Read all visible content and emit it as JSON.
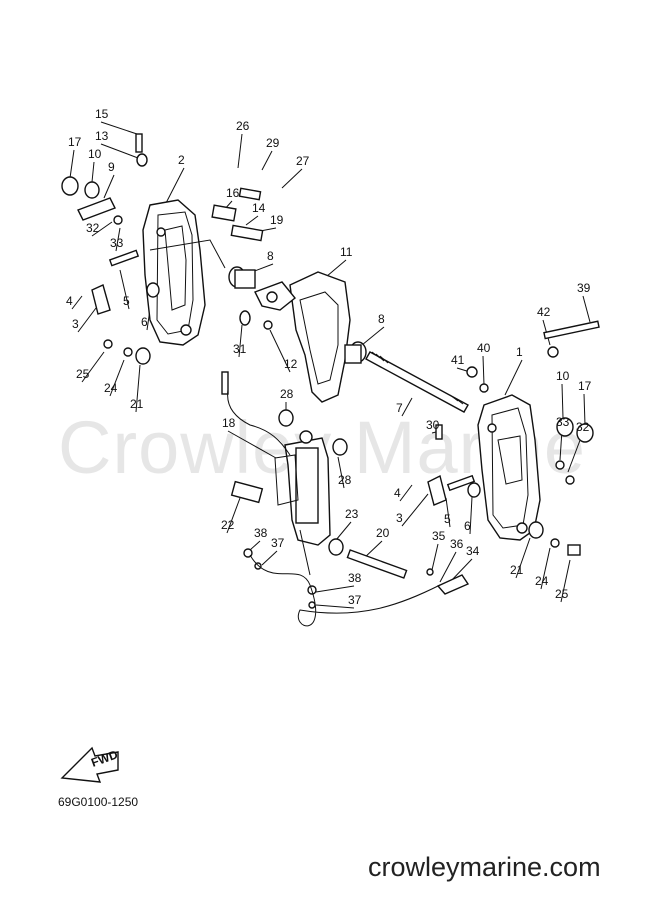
{
  "watermark": "Crowley Marine",
  "diagram_code": "69G0100-1250",
  "site": "crowleymarine.com",
  "fwd_label": "FWD",
  "callouts": [
    "15",
    "13",
    "17",
    "10",
    "9",
    "2",
    "26",
    "29",
    "27",
    "16",
    "14",
    "19",
    "32",
    "33",
    "8",
    "11",
    "4",
    "5",
    "3",
    "6",
    "31",
    "12",
    "8",
    "39",
    "42",
    "25",
    "24",
    "21",
    "41",
    "40",
    "1",
    "10",
    "17",
    "7",
    "28",
    "33",
    "32",
    "30",
    "18",
    "28",
    "4",
    "3",
    "5",
    "6",
    "23",
    "22",
    "38",
    "37",
    "20",
    "36",
    "35",
    "34",
    "21",
    "24",
    "25",
    "38",
    "37"
  ]
}
